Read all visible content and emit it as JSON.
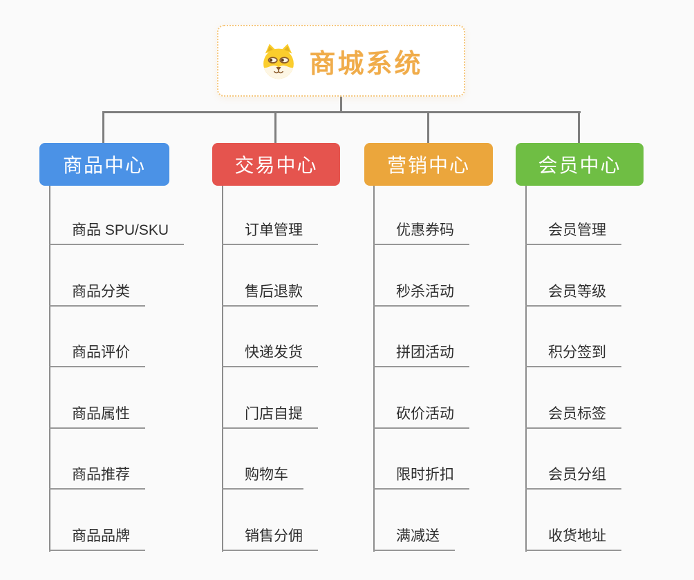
{
  "root": {
    "title": "商城系统",
    "icon": "shiba-dog-icon",
    "title_color": "#F0AC4A"
  },
  "connector_color": "#7E7E7E",
  "branches": [
    {
      "label": "商品中心",
      "color": "#4B92E6",
      "items": [
        "商品 SPU/SKU",
        "商品分类",
        "商品评价",
        "商品属性",
        "商品推荐",
        "商品品牌"
      ]
    },
    {
      "label": "交易中心",
      "color": "#E5544E",
      "items": [
        "订单管理",
        "售后退款",
        "快递发货",
        "门店自提",
        "购物车",
        "销售分佣"
      ]
    },
    {
      "label": "营销中心",
      "color": "#EBA63C",
      "items": [
        "优惠券码",
        "秒杀活动",
        "拼团活动",
        "砍价活动",
        "限时折扣",
        "满减送"
      ]
    },
    {
      "label": "会员中心",
      "color": "#6FBE44",
      "items": [
        "会员管理",
        "会员等级",
        "积分签到",
        "会员标签",
        "会员分组",
        "收货地址"
      ]
    }
  ]
}
